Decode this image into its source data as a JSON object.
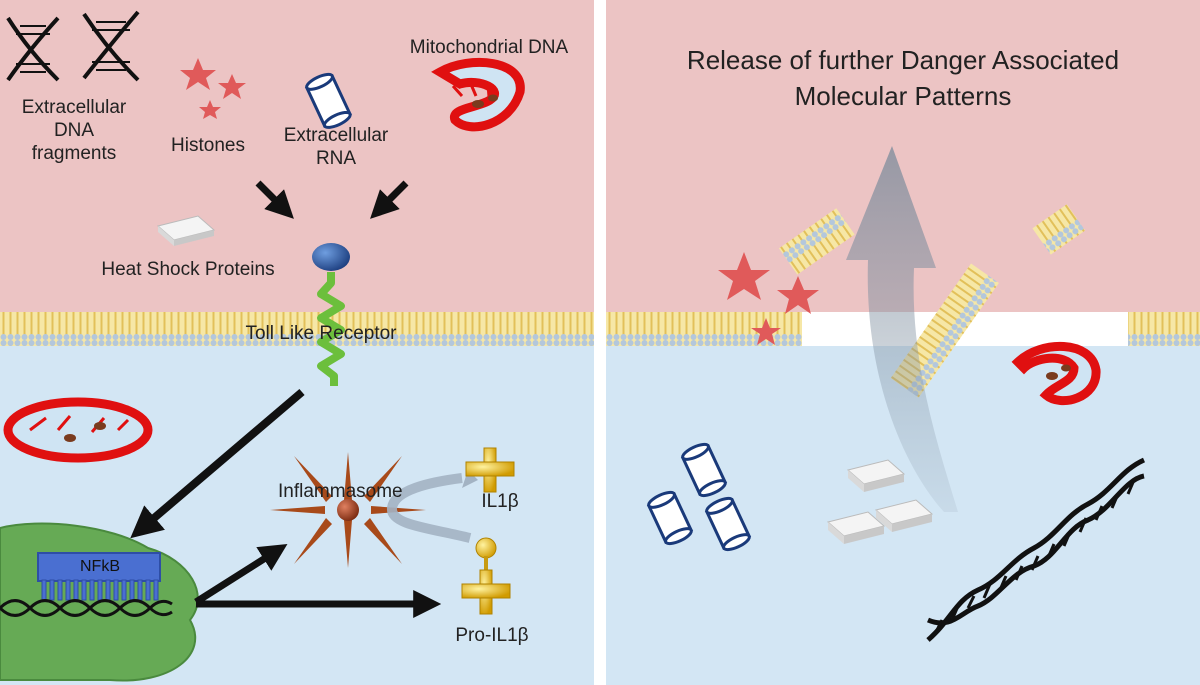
{
  "left_panel": {
    "labels": {
      "extracellular_dna": [
        "Extracellular",
        "DNA",
        "fragments"
      ],
      "histones": "Histones",
      "extracellular_rna": [
        "Extracellular",
        "RNA"
      ],
      "mitochondrial_dna": "Mitochondrial DNA",
      "heat_shock_proteins": "Heat Shock Proteins",
      "toll_like_receptor": "Toll Like Receptor",
      "inflammasome": "Inflammasome",
      "il1b": "IL1β",
      "pro_il1b": "Pro-IL1β",
      "nfkb": "NFkB"
    }
  },
  "right_panel": {
    "title_lines": [
      "Release of further Danger Associated",
      "Molecular Patterns"
    ]
  },
  "colors": {
    "extracellular": "#ecc4c4",
    "intracellular": "#cfe4f3",
    "membrane_lipid": "#f2dc86",
    "membrane_head": "#a9c0da",
    "star": "#e05a5a",
    "receptor_head": "#2a5599",
    "receptor_stem": "#6cbf3c",
    "nucleus": "#66aa55",
    "nfkb": "#4a6fd1",
    "il1b": "#e8c020",
    "mito_outer": "#dd1111",
    "arrow": "#111111"
  }
}
